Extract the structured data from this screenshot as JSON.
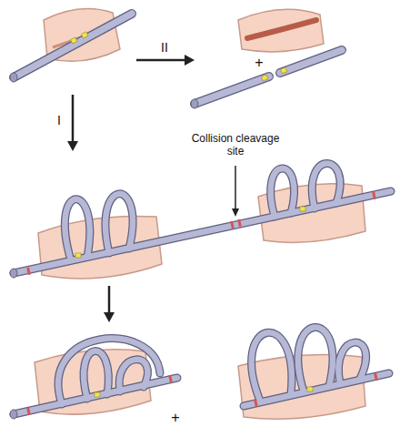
{
  "diagram": {
    "labels": [
      "II",
      "I",
      "Collision cleavage site",
      "+",
      "+"
    ]
  }
}
